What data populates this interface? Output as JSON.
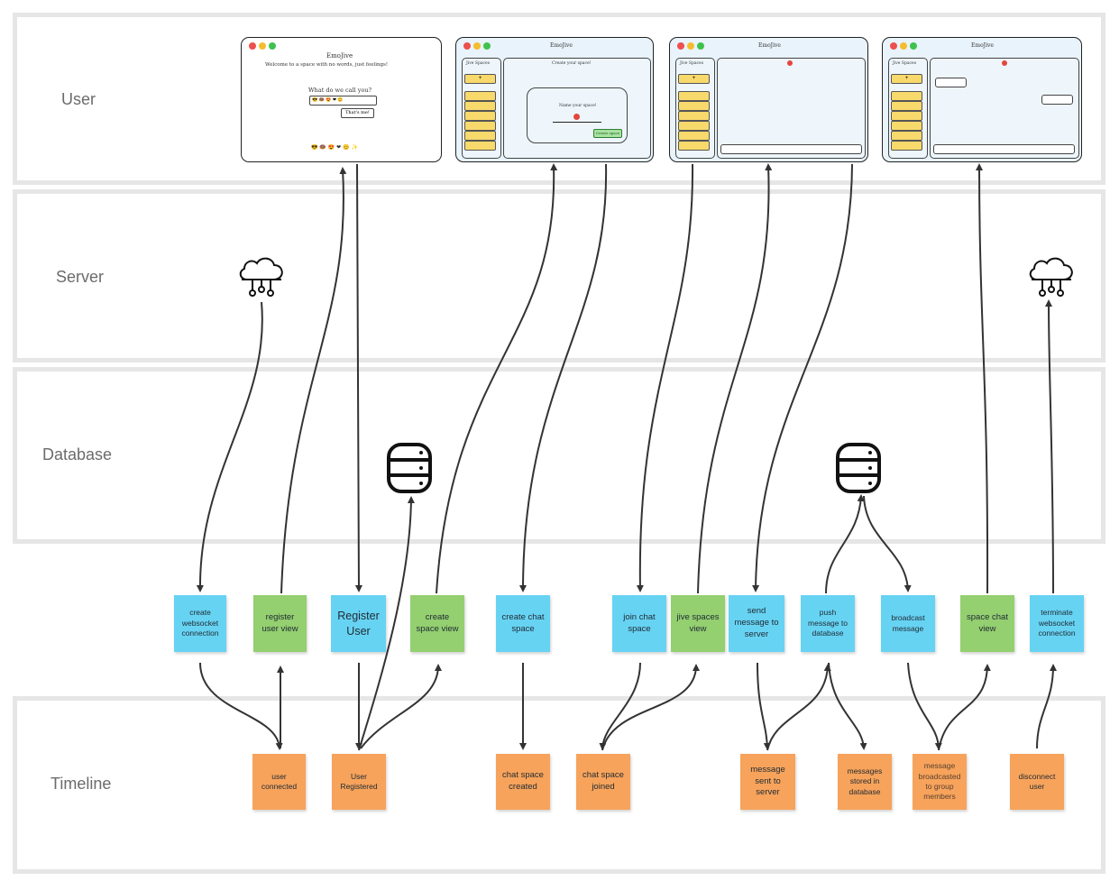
{
  "lanes": {
    "user": "User",
    "server": "Server",
    "database": "Database",
    "timeline": "Timeline"
  },
  "notes": {
    "create_ws": "create websocket connection",
    "register_view": "register user view",
    "register_user": "Register User",
    "create_space_view": "create space view",
    "create_chat_space": "create chat space",
    "join_chat_space": "join chat space",
    "jive_spaces_view": "jive spaces view",
    "send_message": "send message to server",
    "push_message": "push message to database",
    "broadcast_message": "broadcast message",
    "space_chat_view": "space chat view",
    "terminate_ws": "terminate websocket connection",
    "user_connected": "user connected",
    "user_registered": "User Registered",
    "chat_space_created": "chat space created",
    "chat_space_joined": "chat space joined",
    "message_sent": "message sent to server",
    "messages_stored": "messages stored in database",
    "message_broadcasted": "message broadcasted to group members",
    "disconnect_user": "disconnect user"
  },
  "screens": {
    "s1_title": "EmoJive",
    "s1_welcome": "Welcome to a space with no words, just feelings!",
    "s1_question": "What do we call you?",
    "s1_button": "That's me!",
    "s1_footer": "😎 🍩 😍 ❤ 😊 ✨",
    "s2_title": "EmoJive",
    "s2_sidebar": "Jive Spaces",
    "s2_main": "Create your space!",
    "s2_modal": "Name your space!",
    "s2_button": "Create space",
    "s3_title": "EmoJive",
    "s3_sidebar": "Jive Spaces",
    "s4_title": "EmoJive",
    "s4_sidebar": "Jive Spaces"
  },
  "colors": {
    "blue_note": "#67d3f3",
    "green_note": "#94cf70",
    "orange_note": "#f7a35b",
    "lane_border": "#e6e6e6"
  },
  "icons": {
    "server_left": "cloud-network-icon",
    "server_right": "cloud-network-icon",
    "db_left": "database-icon",
    "db_right": "database-icon"
  }
}
